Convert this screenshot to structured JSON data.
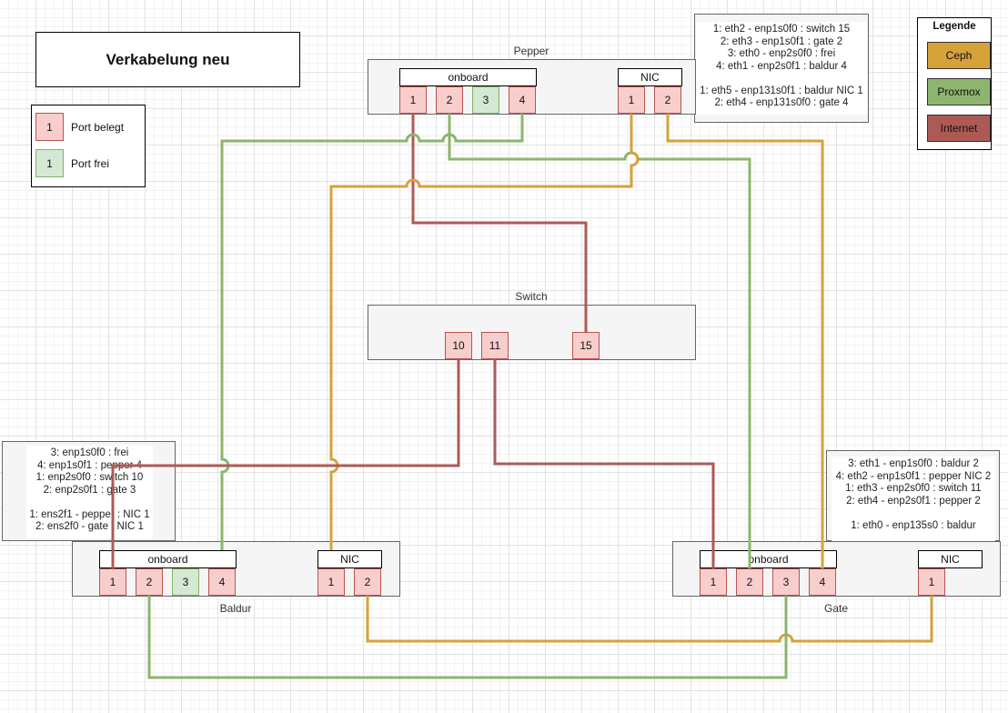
{
  "title": "Verkabelung neu",
  "port_legend": {
    "used": {
      "number": "1",
      "label": "Port belegt"
    },
    "free": {
      "number": "1",
      "label": "Port frei"
    }
  },
  "category_legend": {
    "title": "Legende",
    "items": [
      {
        "label": "Ceph",
        "color": "#d6a23a"
      },
      {
        "label": "Proxmox",
        "color": "#8db56e"
      },
      {
        "label": "Internet",
        "color": "#ad5a55"
      }
    ]
  },
  "colors": {
    "ceph": "#d6a23a",
    "proxmox": "#8db56e",
    "internet": "#ad5a55",
    "port_used_fill": "#f8cecc",
    "port_free_fill": "#d5e8d4"
  },
  "devices": {
    "pepper": {
      "name": "Pepper",
      "onboard_label": "onboard",
      "nic_label": "NIC",
      "onboard_ports": [
        {
          "number": "1",
          "status": "used"
        },
        {
          "number": "2",
          "status": "used"
        },
        {
          "number": "3",
          "status": "free"
        },
        {
          "number": "4",
          "status": "used"
        }
      ],
      "nic_ports": [
        {
          "number": "1",
          "status": "used"
        },
        {
          "number": "2",
          "status": "used"
        }
      ],
      "notes": "1: eth2 - enp1s0f0 : switch 15\n2: eth3 - enp1s0f1 : gate 2\n3: eth0 - enp2s0f0 : frei\n4: eth1 - enp2s0f1 : baldur 4\n\n1: eth5 - enp131s0f1 : baldur NIC 1\n2: eth4 - enp131s0f0 : gate 4"
    },
    "switch": {
      "name": "Switch",
      "ports": [
        {
          "number": "10",
          "status": "used"
        },
        {
          "number": "11",
          "status": "used"
        },
        {
          "number": "15",
          "status": "used"
        }
      ]
    },
    "baldur": {
      "name": "Baldur",
      "onboard_label": "onboard",
      "nic_label": "NIC",
      "onboard_ports": [
        {
          "number": "1",
          "status": "used"
        },
        {
          "number": "2",
          "status": "used"
        },
        {
          "number": "3",
          "status": "free"
        },
        {
          "number": "4",
          "status": "used"
        }
      ],
      "nic_ports": [
        {
          "number": "1",
          "status": "used"
        },
        {
          "number": "2",
          "status": "used"
        }
      ],
      "notes": "3: enp1s0f0 : frei\n4: enp1s0f1 : pepper 4\n1: enp2s0f0 : switch 10\n2: enp2s0f1 : gate 3\n\n1: ens2f1 - pepper : NIC 1\n2: ens2f0 - gate : NIC 1"
    },
    "gate": {
      "name": "Gate",
      "onboard_label": "onboard",
      "nic_label": "NIC",
      "onboard_ports": [
        {
          "number": "1",
          "status": "used"
        },
        {
          "number": "2",
          "status": "used"
        },
        {
          "number": "3",
          "status": "used"
        },
        {
          "number": "4",
          "status": "used"
        }
      ],
      "nic_ports": [
        {
          "number": "1",
          "status": "used"
        }
      ],
      "notes": "3: eth1 - enp1s0f0 : baldur 2\n4: eth2 - enp1s0f1 : pepper NIC 2\n1: eth3 - enp2s0f0 : switch 11\n2: eth4 - enp2s0f1 : pepper 2\n\n1: eth0 - enp135s0 : baldur"
    }
  },
  "cables": [
    {
      "from": "pepper onboard 1",
      "to": "switch 15",
      "type": "internet"
    },
    {
      "from": "pepper onboard 2",
      "to": "gate onboard 2",
      "type": "proxmox"
    },
    {
      "from": "pepper onboard 4",
      "to": "baldur onboard 4",
      "type": "proxmox"
    },
    {
      "from": "pepper NIC 1",
      "to": "baldur NIC 1",
      "type": "ceph"
    },
    {
      "from": "pepper NIC 2",
      "to": "gate onboard 4",
      "type": "ceph"
    },
    {
      "from": "switch 10",
      "to": "baldur onboard 1",
      "type": "internet"
    },
    {
      "from": "switch 11",
      "to": "gate onboard 1",
      "type": "internet"
    },
    {
      "from": "baldur onboard 2",
      "to": "gate onboard 3",
      "type": "proxmox"
    },
    {
      "from": "baldur NIC 2",
      "to": "gate NIC 1",
      "type": "ceph"
    }
  ]
}
